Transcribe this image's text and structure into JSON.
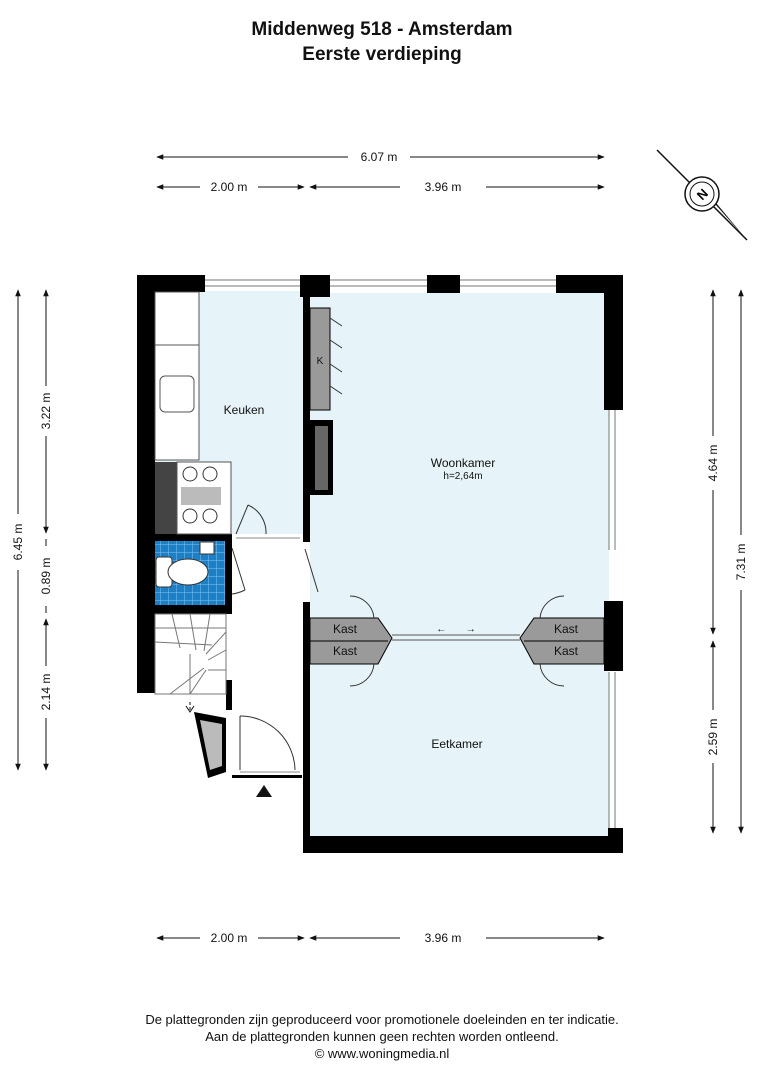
{
  "header": {
    "title": "Middenweg 518 - Amsterdam",
    "subtitle": "Eerste verdieping"
  },
  "dimensions": {
    "top_total": "6.07 m",
    "top_left": "2.00 m",
    "top_right": "3.96 m",
    "left_total": "6.45 m",
    "left_upper": "3.22 m",
    "left_middle": "0.89 m",
    "left_lower": "2.14 m",
    "right_upper": "4.64 m",
    "right_total": "7.31 m",
    "right_lower": "2.59 m",
    "bottom_left": "2.00 m",
    "bottom_right": "3.96 m"
  },
  "rooms": {
    "keuken": "Keuken",
    "woonkamer": "Woonkamer",
    "woonkamer_height": "h=2,64m",
    "eetkamer": "Eetkamer",
    "kast_1": "Kast",
    "kast_2": "Kast",
    "kast_3": "Kast",
    "kast_4": "Kast",
    "k": "K",
    "sliding_arrows": "←       →"
  },
  "compass": {
    "letter": "N",
    "icon": "compass-north-icon"
  },
  "footer": {
    "line1": "De plattegronden zijn geproduceerd voor promotionele doeleinden en ter indicatie.",
    "line2": "Aan de plattegronden kunnen geen rechten worden ontleend.",
    "line3": "© www.woningmedia.nl"
  },
  "colors": {
    "room_fill": "#e6f3f8",
    "wall": "#000000",
    "tile": "#1e7fc4",
    "cabinet": "#9a9a9a"
  }
}
